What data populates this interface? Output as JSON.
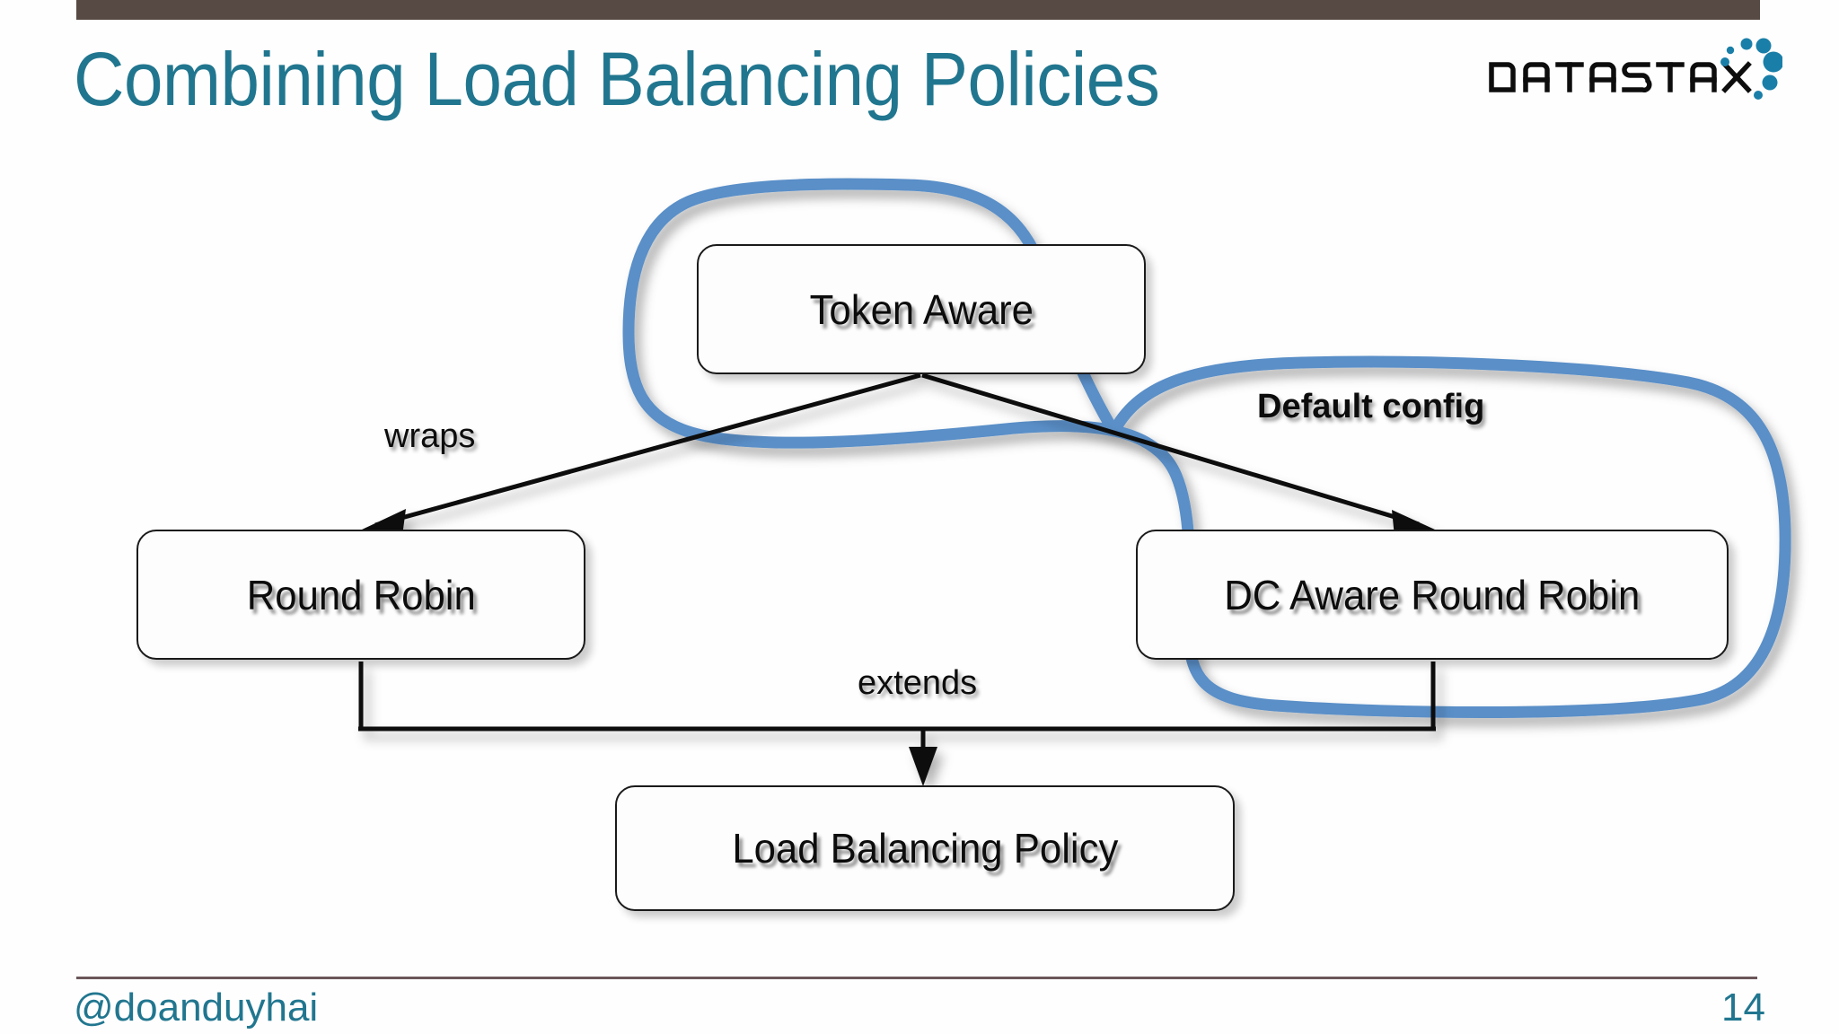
{
  "slide": {
    "title": "Combining Load Balancing Policies",
    "page_number": "14",
    "handle": "@doanduyhai",
    "accent_teal": "#21768f",
    "bar_brown": "#574944",
    "annotation_blue": "#5a8fc8",
    "logo_text": "DATASTAX"
  },
  "diagram": {
    "type": "class-hierarchy",
    "nodes": [
      {
        "id": "token-aware",
        "label": "Token Aware"
      },
      {
        "id": "round-robin",
        "label": "Round Robin"
      },
      {
        "id": "dc-aware-round-robin",
        "label": "DC Aware Round Robin"
      },
      {
        "id": "load-balancing-policy",
        "label": "Load Balancing Policy"
      }
    ],
    "edge_labels": {
      "wraps": "wraps",
      "default_config": "Default config",
      "extends": "extends"
    }
  }
}
